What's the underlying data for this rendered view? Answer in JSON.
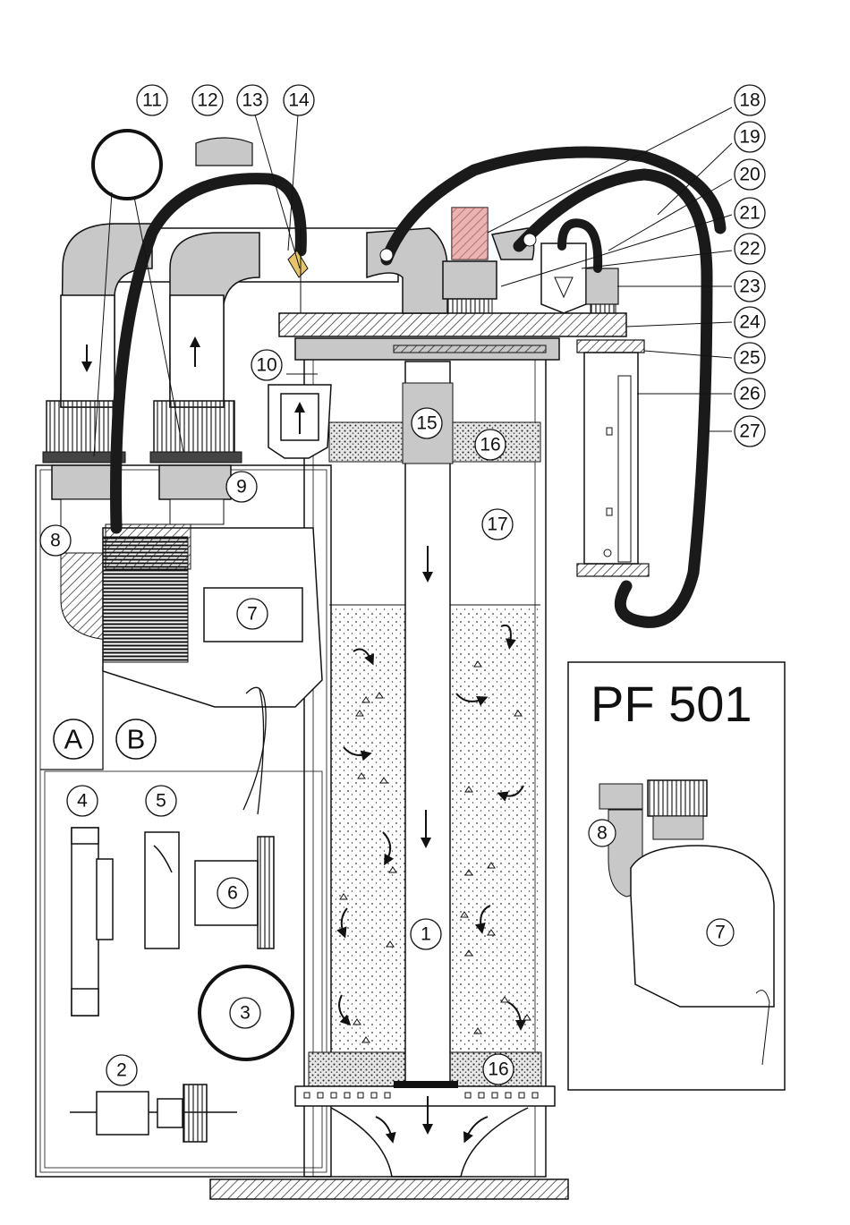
{
  "diagram": {
    "callouts": [
      "1",
      "2",
      "3",
      "4",
      "5",
      "6",
      "7",
      "8",
      "9",
      "10",
      "11",
      "12",
      "13",
      "14",
      "15",
      "16",
      "16",
      "17",
      "18",
      "19",
      "20",
      "21",
      "22",
      "23",
      "24",
      "25",
      "26",
      "27"
    ],
    "letters": {
      "a": "A",
      "b": "B"
    },
    "inset": {
      "title": "PF 501",
      "callout_8": "8",
      "callout_7": "7"
    },
    "colors": {
      "line": "#111111",
      "part_grey": "#c8c8c8",
      "dark_hose": "#1a1a1a",
      "sensor_red": "#e08080"
    }
  }
}
